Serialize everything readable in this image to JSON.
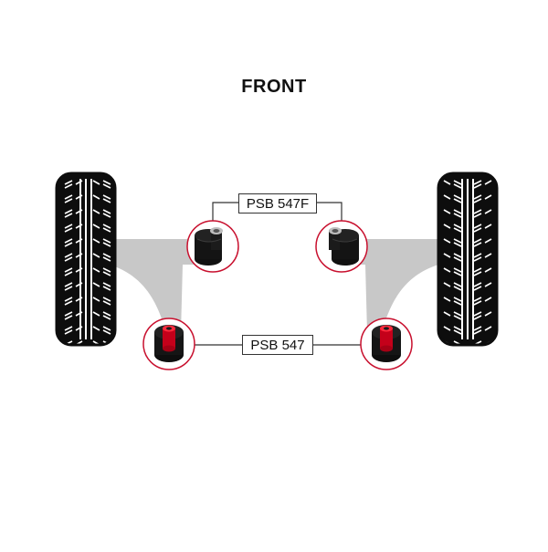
{
  "diagram": {
    "title": "FRONT",
    "labels": {
      "front_bush_part": "PSB 547F",
      "rear_bush_part": "PSB 547"
    }
  },
  "colors": {
    "tyre": "#0d0d0d",
    "arm": "#c8c8c8",
    "callout_ring": "#c8102e",
    "bush_rubber": "#111111",
    "bush_insert": "#d0021b",
    "leader_line": "#333333"
  }
}
